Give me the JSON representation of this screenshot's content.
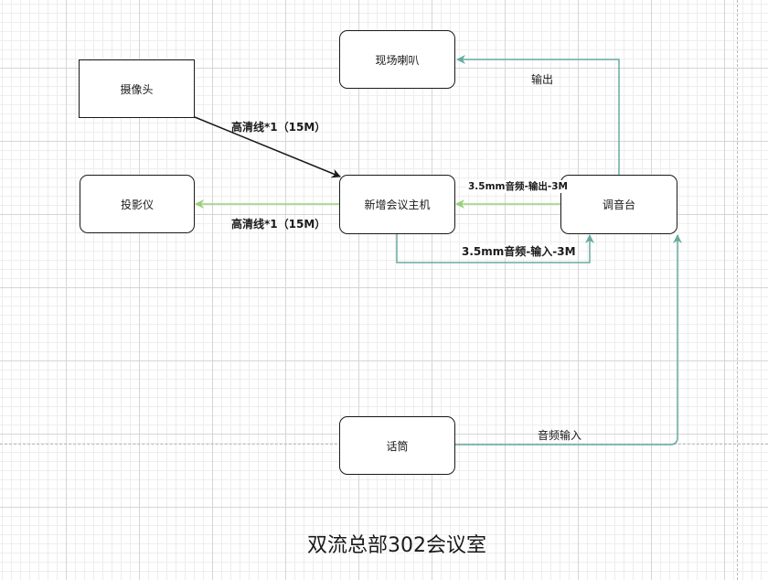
{
  "nodes": {
    "camera": "摄像头",
    "projector": "投影仪",
    "host": "新增会议主机",
    "mixer": "调音台",
    "speaker": "现场喇叭",
    "mic": "话筒"
  },
  "edges": {
    "camera_to_host": "高清线*1（15M）",
    "host_to_projector": "高清线*1（15M）",
    "mixer_to_host": "3.5mm音频-输出-3M",
    "host_to_mixer": "3.5mm音频-输入-3M",
    "mixer_to_speaker": "输出",
    "mic_to_mixer": "音频输入"
  },
  "title": "双流总部302会议室",
  "colors": {
    "black_edge": "#1a1a1a",
    "green_edge": "#97d077",
    "teal_edge": "#67ab9f"
  }
}
